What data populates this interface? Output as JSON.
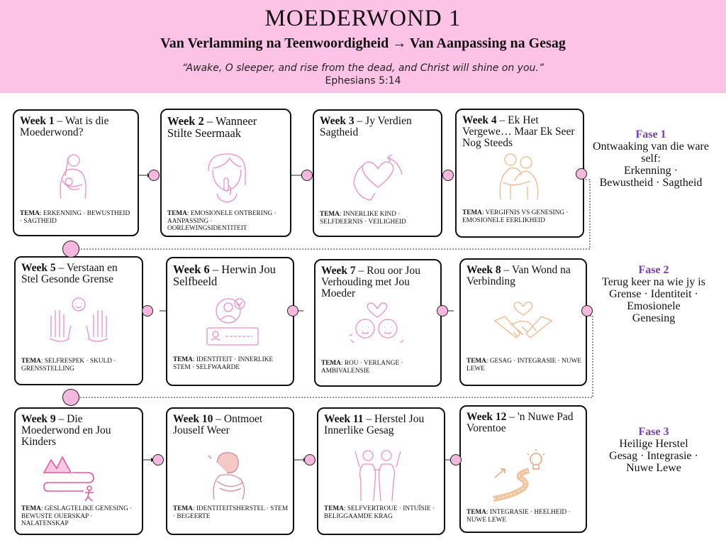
{
  "header": {
    "title": "MOEDERWOND 1",
    "subtitle": "Van Verlamming na Teenwoordigheid → Van Aanpassing na Gesag",
    "quote": "“Awake, O sleeper, and rise from the dead, and Christ will shine on you.”",
    "reference": "Ephesians 5:14"
  },
  "colors": {
    "banner": "#fcc3e6",
    "dot": "#f5b8dd",
    "phase_title": "#7b3cb0",
    "pink_icon": "#f08cc8",
    "peach_icon": "#efb88a"
  },
  "weeks": [
    {
      "label": "Week 1",
      "title": "Wat is die Moederwond?",
      "tema_label": "TEMA",
      "tema": "Erkenning · Bewustheid · Sagtheid",
      "icon": "mother-child-icon"
    },
    {
      "label": "Week 2",
      "title": "Wanneer Stilte Seermaak",
      "tema_label": "TEMA",
      "tema": "Emosionele ontbering · Aanpassing · Oorlewingsidentiteit",
      "icon": "silence-face-icon"
    },
    {
      "label": "Week 3",
      "title": "Jy Verdien Sagtheid",
      "tema_label": "TEMA",
      "tema": "Innerlike kind · Selfdeernis · Veiligheid",
      "icon": "heart-hands-icon"
    },
    {
      "label": "Week 4",
      "title": "Ek Het Vergewe… Maar Ek Seer Nog Steeds",
      "tema_label": "TEMA",
      "tema": "Vergifnis vs genesing · Emosionele eerlikheid",
      "icon": "embrace-icon"
    },
    {
      "label": "Week 5",
      "title": "Verstaan en Stel Gesonde Grense",
      "tema_label": "TEMA",
      "tema": "Selfrespek · Skuld · Grensstelling",
      "icon": "boundary-hands-icon"
    },
    {
      "label": "Week 6",
      "title": "Herwin Jou Selfbeeld",
      "tema_label": "TEMA",
      "tema": "Identiteit · Innerlike stem · Selfwaarde",
      "icon": "id-card-icon"
    },
    {
      "label": "Week 7",
      "title": "Rou oor Jou Verhouding met Jou Moeder",
      "tema_label": "TEMA",
      "tema": "Rou · Verlange · Ambivalensie",
      "icon": "two-faces-heart-icon"
    },
    {
      "label": "Week 8",
      "title": "Van Wond na Verbinding",
      "tema_label": "TEMA",
      "tema": "Gesag · Integrasie · Nuwe lewe",
      "icon": "handshake-heart-icon"
    },
    {
      "label": "Week 9",
      "title": "Die Moederwond en Jou Kinders",
      "tema_label": "TEMA",
      "tema": "Geslagtelike genesing · Bewuste ouerskap · Nalatenskap",
      "icon": "path-journey-icon"
    },
    {
      "label": "Week 10",
      "title": "Ontmoet Jouself Weer",
      "tema_label": "TEMA",
      "tema": "Identiteitsherstel · Stem · Begeerte",
      "icon": "self-hug-icon"
    },
    {
      "label": "Week 11",
      "title": "Herstel Jou Innerlike Gesag",
      "tema_label": "TEMA",
      "tema": "Selfvertroue · Intuïsie · Beliggaamde krag",
      "icon": "two-figures-icon"
    },
    {
      "label": "Week 12",
      "title": "'n Nuwe Pad Vorentoe",
      "tema_label": "TEMA",
      "tema": "Integrasie · Heelheid · Nuwe lewe",
      "icon": "road-lightbulb-icon"
    }
  ],
  "phases": [
    {
      "title": "Fase 1",
      "lines": [
        "Ontwaaking van die ware self:",
        "Erkenning ·",
        "Bewustheid · Sagtheid"
      ]
    },
    {
      "title": "Fase 2",
      "lines": [
        "Terug keer na wie jy is",
        "Grense · Identiteit ·",
        "Emosionele",
        "Genesing"
      ]
    },
    {
      "title": "Fase 3",
      "lines": [
        "Heilige Herstel",
        "Gesag · Integrasie ·",
        "Nuwe Lewe"
      ]
    }
  ]
}
